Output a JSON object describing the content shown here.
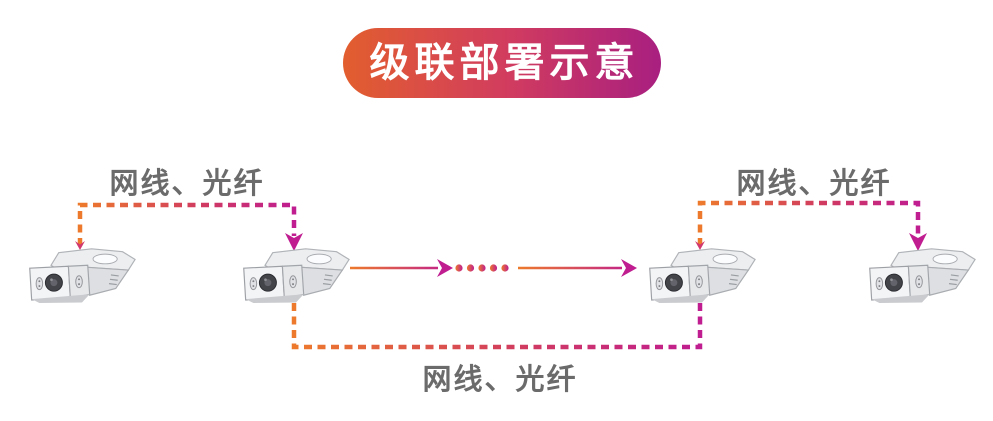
{
  "title": {
    "text": "级联部署示意"
  },
  "connectors": {
    "top_left": {
      "label": "网线、光纤",
      "from": "device-1",
      "to": "device-2",
      "style": "dashed"
    },
    "top_right": {
      "label": "网线、光纤",
      "from": "device-3",
      "to": "device-4",
      "style": "dashed"
    },
    "bottom": {
      "label": "网线、光纤",
      "from": "device-2",
      "to": "device-3",
      "style": "dashed"
    },
    "cascade_middle": {
      "style": "solid-arrows-with-ellipsis",
      "ellipsis_dots": 5
    }
  },
  "devices": {
    "count": 4,
    "icon": "outdoor-wireless-device-icon"
  },
  "colors": {
    "orange": "#ED7A2C",
    "magenta": "#BF1D90",
    "small_arrow_pink": "#D2386F",
    "pill_gradient_start": "#E25E2E",
    "pill_gradient_mid": "#D13C5F",
    "pill_gradient_end": "#A81F80",
    "label_gray": "#6B6B6B",
    "title_text": "#FFFFFF"
  }
}
